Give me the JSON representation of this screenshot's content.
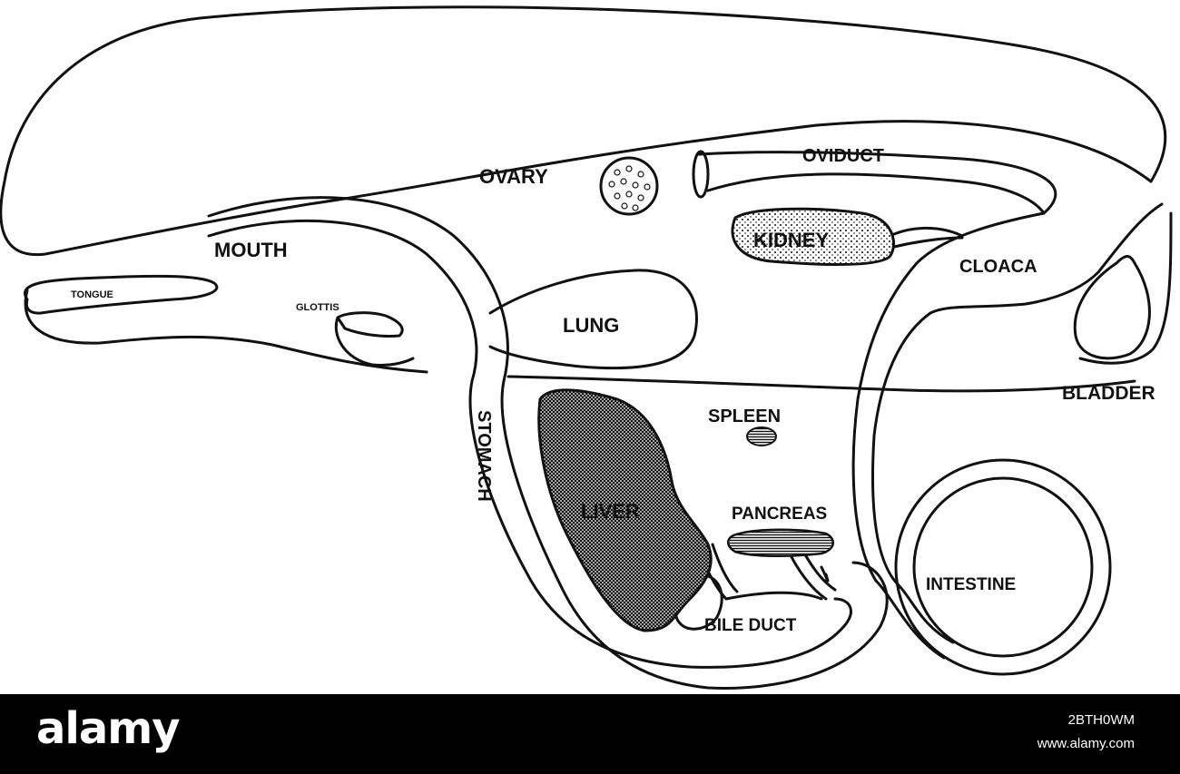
{
  "labels": {
    "ovary": "OVARY",
    "oviduct": "OVIDUCT",
    "mouth": "MOUTH",
    "kidney": "KIDNEY",
    "cloaca": "CLOACA",
    "tongue": "TONGUE",
    "glottis": "GLOTTIS",
    "lung": "LUNG",
    "bladder": "BLADDER",
    "stomach": "STOMACH",
    "spleen": "SPLEEN",
    "liver": "LIVER",
    "pancreas": "PANCREAS",
    "intestine": "INTESTINE",
    "bile_duct": "BILE DUCT"
  },
  "footer": {
    "brand": "alamy",
    "image_id": "2BTH0WM",
    "site": "www.alamy.com"
  },
  "colors": {
    "ink": "#111111",
    "paper": "#ffffff",
    "footer_bg": "#000000"
  }
}
